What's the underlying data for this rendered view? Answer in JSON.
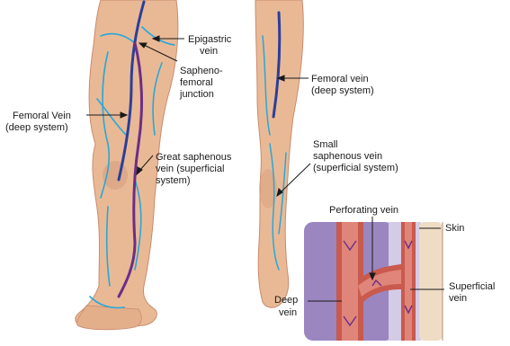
{
  "labels": {
    "epigastric_1": "Epigastric",
    "epigastric_2": "vein",
    "sapheno_1": "Sapheno-",
    "sapheno_2": "femoral",
    "sapheno_3": "junction",
    "femoral_left_1": "Femoral Vein",
    "femoral_left_2": "(deep system)",
    "great_1": "Great saphenous",
    "great_2": "vein (superficial",
    "great_3": "system)",
    "femoral_right_1": "Femoral vein",
    "femoral_right_2": "(deep system)",
    "small_1": "Small",
    "small_2": "saphenous vein",
    "small_3": "(superficial system)",
    "perforating": "Perforating vein",
    "skin": "Skin",
    "deep_1": "Deep",
    "deep_2": "vein",
    "superficial_1": "Superficial",
    "superficial_2": "vein"
  },
  "colors": {
    "skin": "#e9b996",
    "skin_shadow": "#d79f7e",
    "skin_outline": "#c98b6e",
    "deep_vein": "#2b3f9a",
    "great_saphenous": "#6b2e86",
    "superficial_branches": "#27a8d8",
    "vessel_wall": "#c95a4d",
    "vessel_lumen": "#e0857a",
    "muscle_bg": "#9b86c0",
    "fascia": "#d4cbe6",
    "skin_layer": "#efdcc4"
  }
}
